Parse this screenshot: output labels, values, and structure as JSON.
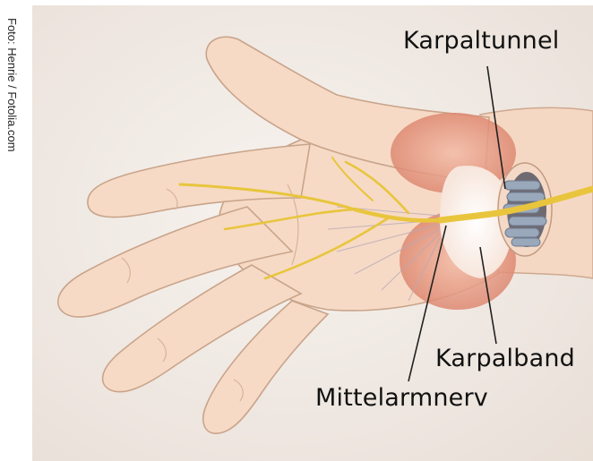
{
  "image": {
    "credit": "Foto: Henrie / Fotolia.com",
    "subject": "hand-wrist-anatomy-illustration",
    "colors": {
      "background": "#f2ece6",
      "skin": "#f6dcc6",
      "muscle": "#e8a087",
      "nerve": "#f2d65a",
      "ligament": "#ffffff",
      "tendons": "#8e9cb0"
    }
  },
  "labels": {
    "carpal_tunnel": "Karpaltunnel",
    "carpal_ligament": "Karpalband",
    "median_nerve": "Mittelarmnerv"
  }
}
